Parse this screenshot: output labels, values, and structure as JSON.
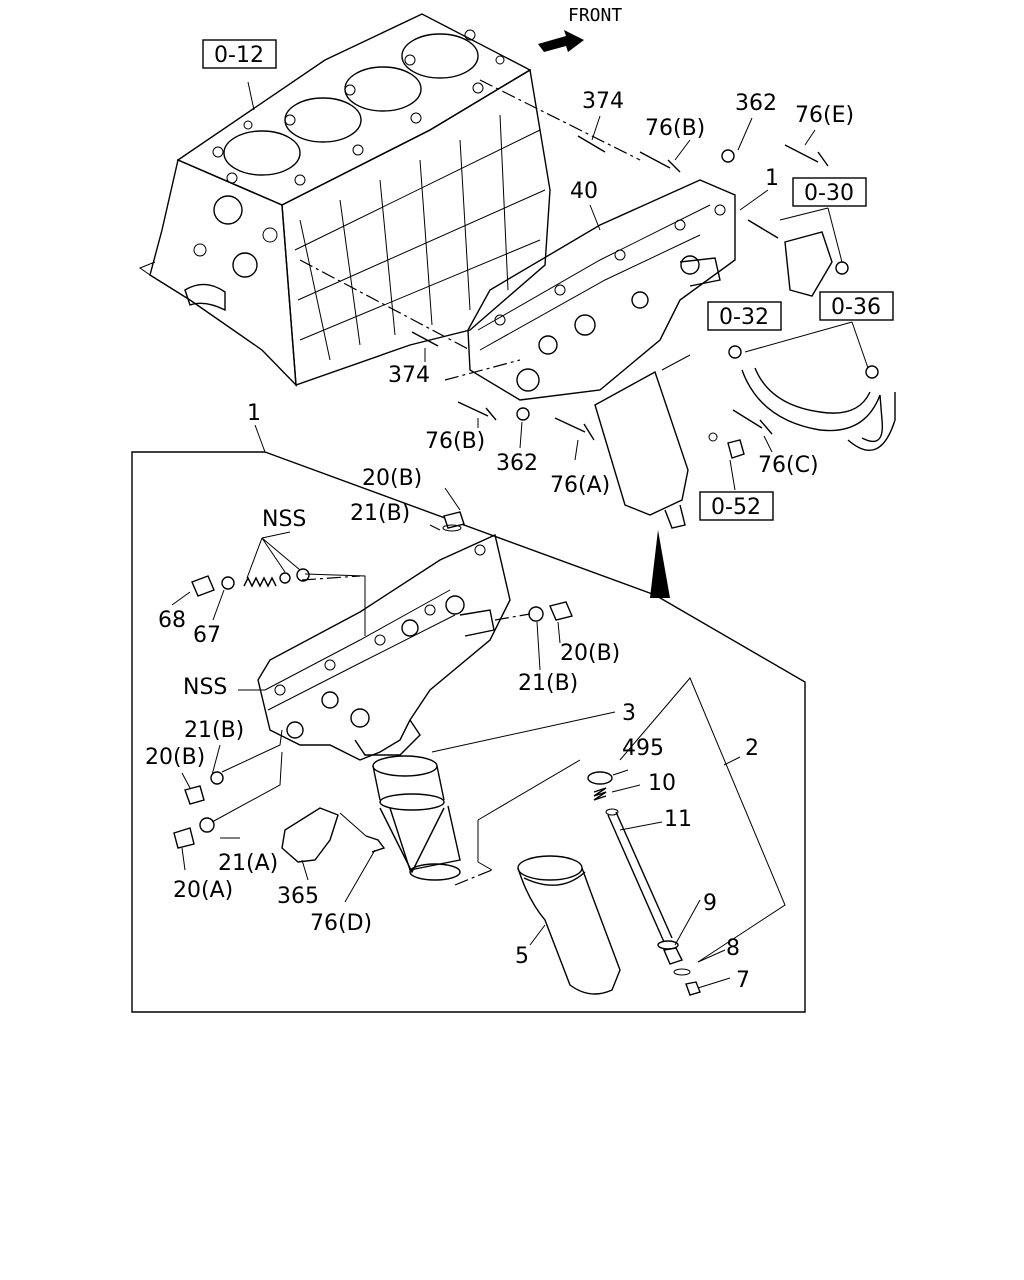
{
  "front_label": "FRONT",
  "refs": [
    "0-12",
    "0-30",
    "0-32",
    "0-36",
    "0-52"
  ],
  "upper_labels": {
    "l374_top": "374",
    "l76b_top": "76(B)",
    "l362_top": "362",
    "l76e": "76(E)",
    "l1_top": "1",
    "l40": "40",
    "l374_left": "374",
    "l76b_bottom": "76(B)",
    "l362_bottom": "362",
    "l76a": "76(A)",
    "l76c": "76(C)",
    "l1_detail": "1"
  },
  "detail_labels": {
    "l20b_top": "20(B)",
    "l21b_top": "21(B)",
    "nss_top": "NSS",
    "l68": "68",
    "l67": "67",
    "l20b_right": "20(B)",
    "l21b_right": "21(B)",
    "nss_left": "NSS",
    "l21b_left": "21(B)",
    "l20b_left": "20(B)",
    "l21a": "21(A)",
    "l20a": "20(A)",
    "l365": "365",
    "l76d": "76(D)",
    "l3": "3",
    "l495": "495",
    "l2": "2",
    "l10": "10",
    "l11": "11",
    "l9": "9",
    "l5": "5",
    "l8": "8",
    "l7": "7"
  }
}
